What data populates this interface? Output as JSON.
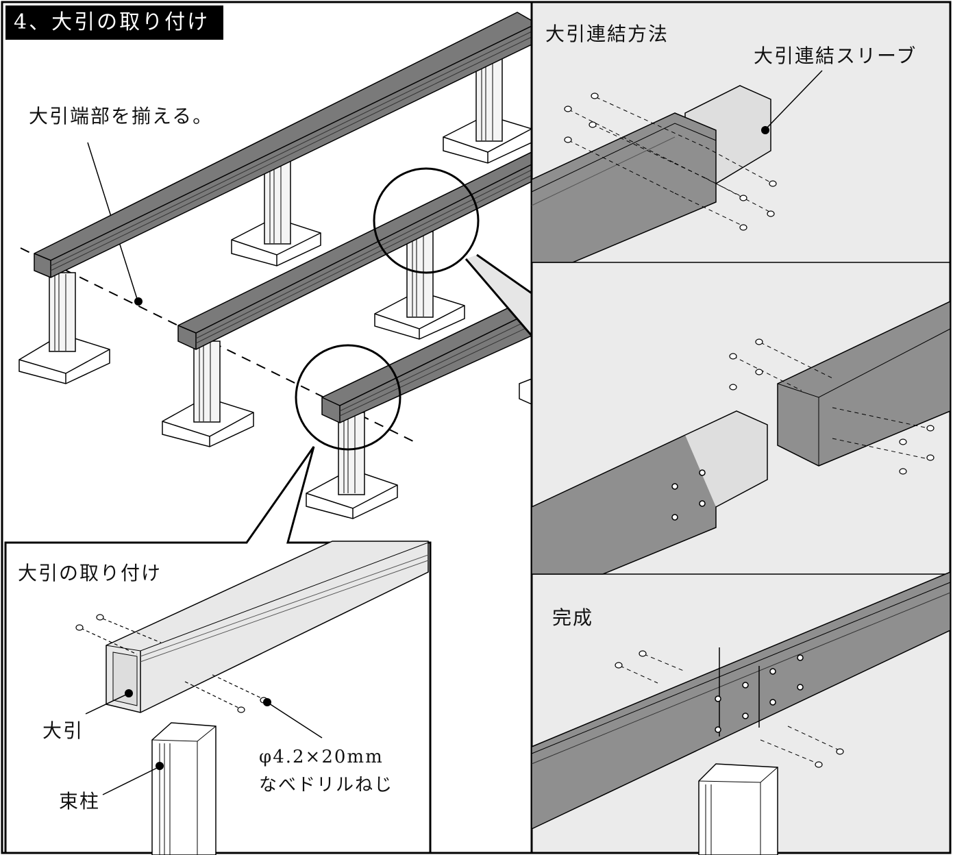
{
  "header": {
    "title": "4、大引の取り付け"
  },
  "main": {
    "label_ends": "大引端部を揃える。"
  },
  "detail_attach": {
    "title": "大引の取り付け",
    "label_beam": "大引",
    "label_post": "束柱",
    "label_screw_size": "φ4.2×20mm",
    "label_screw_name": "なべドリルねじ"
  },
  "panel_connect": {
    "title": "大引連結方法",
    "label_sleeve": "大引連結スリーブ"
  },
  "panel_complete": {
    "title": "完成"
  },
  "colors": {
    "beam_dark": "#6e6e6e",
    "beam_mid": "#8c8c8c",
    "panel_bg": "#ebebeb",
    "line": "#000000"
  }
}
